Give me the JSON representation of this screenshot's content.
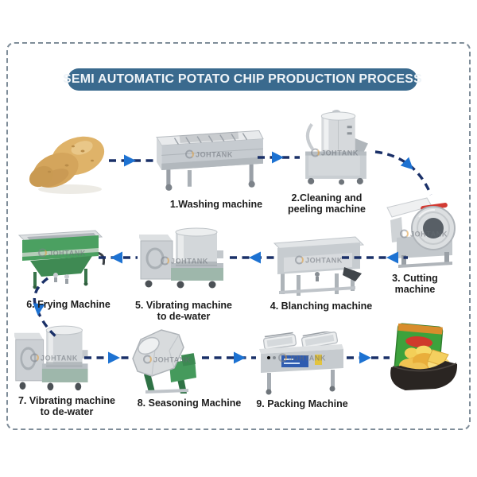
{
  "banner": {
    "title": "SEMI AUTOMATIC POTATO CHIP PRODUCTION PROCESS"
  },
  "watermark": {
    "text": "JOHTANK"
  },
  "colors": {
    "banner_bg": "#3a6a8e",
    "banner_text": "#eff4f8",
    "border_dash": "#7f8d99",
    "arrow_dash": "#1a3068",
    "arrow_head": "#1d72d2",
    "label_text": "#1c1c1c",
    "frying_machine_green": "#4ba061",
    "chips_bag_green": "#3da23c",
    "chips_bag_band_orange": "#d88d2c"
  },
  "steps": [
    {
      "label": "1.Washing machine"
    },
    {
      "label": "2.Cleaning and\npeeling machine"
    },
    {
      "label": "3. Cutting machine"
    },
    {
      "label": "4. Blanching machine"
    },
    {
      "label": "5. Vibrating machine\nto de-water"
    },
    {
      "label": "6. Frying Machine"
    },
    {
      "label": "7. Vibrating machine\nto de-water"
    },
    {
      "label": "8. Seasoning Machine"
    },
    {
      "label": "9. Packing Machine"
    }
  ],
  "figures": {
    "start_icon": "potatoes-image",
    "end_icon": "potato-chips-bag-and-bowl-image"
  }
}
